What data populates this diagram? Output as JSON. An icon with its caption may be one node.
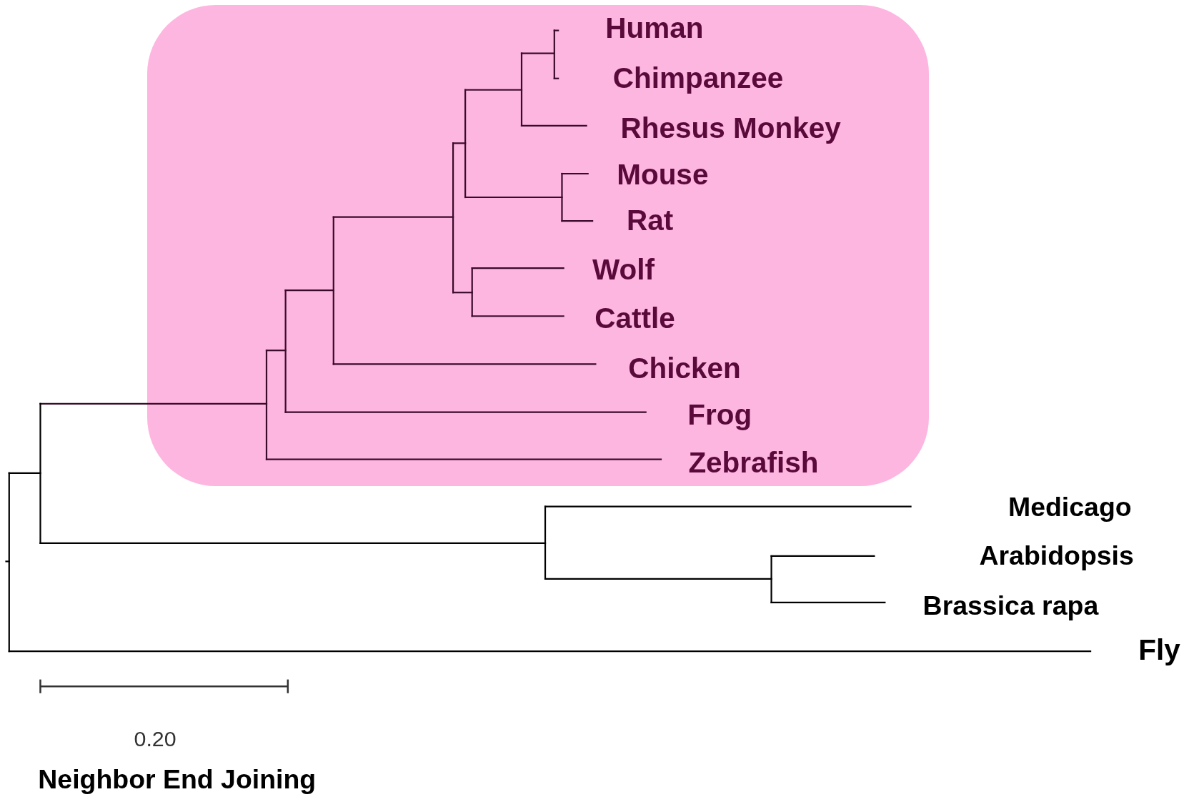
{
  "diagram": {
    "nodes": [
      {
        "text": [
          "Human",
          "Chimpanzee",
          "Rhesus Monkey",
          "Mouse",
          "Rat",
          "Wolf",
          "Cattle",
          "Chicken",
          "Frog",
          "Zebrafish"
        ]
      }
    ],
    "labels": [
      "Medicago",
      "Arabidopsis",
      "Brassica rapa",
      "Fly",
      "0.20",
      "Neighbor End Joining"
    ]
  }
}
